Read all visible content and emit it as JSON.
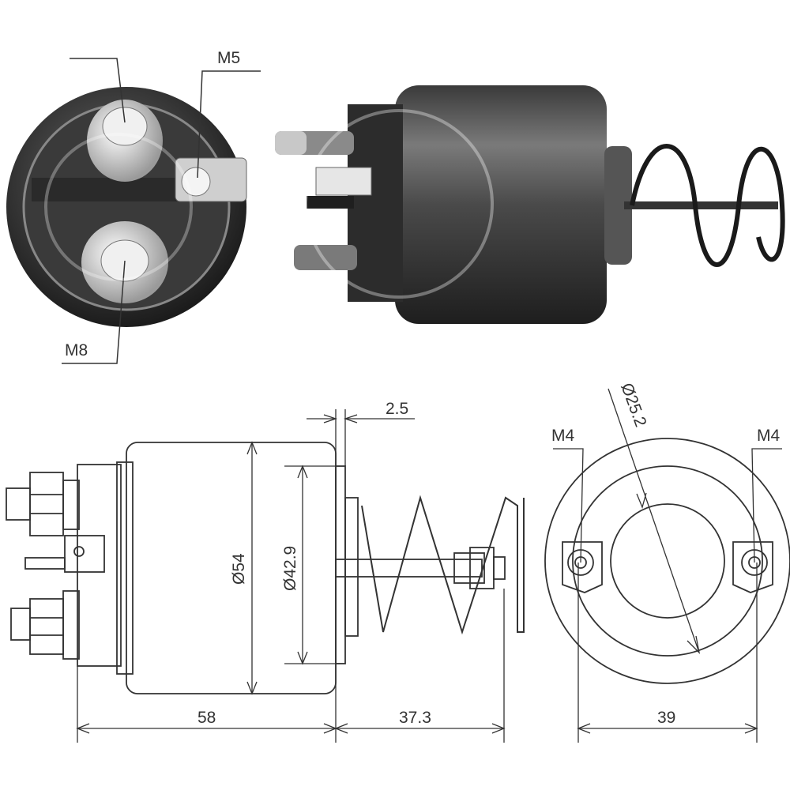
{
  "labels": {
    "m5": "M5",
    "m8": "M8",
    "gap": "2.5",
    "dia_body": "Ø54",
    "dia_flange": "Ø42.9",
    "len_body": "58",
    "len_plunger": "37.3",
    "m4_left": "M4",
    "m4_right": "M4",
    "dia_bore": "Ø25.2",
    "mount_spacing": "39"
  },
  "colors": {
    "line": "#333333",
    "body_dark": "#2e2e2e",
    "body_mid": "#555555",
    "metal_light": "#d8d8d8"
  }
}
